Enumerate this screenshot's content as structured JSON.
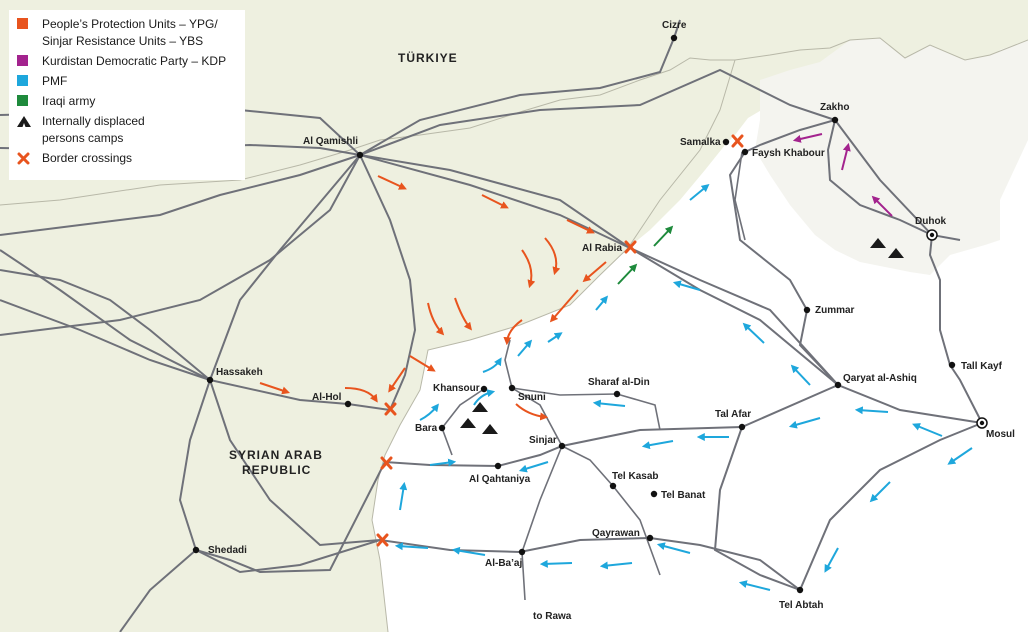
{
  "legend": {
    "ypg": [
      "People’s Protection Units – YPG/",
      "Sinjar Resistance Units – YBS"
    ],
    "kdp": "Kurdistan Democratic Party – KDP",
    "pmf": "PMF",
    "iraqi_army": "Iraqi army",
    "idp": [
      "Internally displaced",
      "persons camps"
    ],
    "crossings": "Border crossings"
  },
  "colors": {
    "ypg": "#e8541e",
    "kdp": "#a3238e",
    "pmf": "#1ea7dc",
    "iraqi_army": "#1e8a3c",
    "syria_land": "#eef0e0",
    "iraq_land": "#ffffff",
    "road": "#6f7179"
  },
  "countries": {
    "turkiye": "TÜRKIYE",
    "syria_line1": "SYRIAN ARAB",
    "syria_line2": "REPUBLIC"
  },
  "places": {
    "cizre": "Cizre",
    "zakho": "Zakho",
    "samalka": "Samalka",
    "faysh_khabour": "Faysh Khabour",
    "al_qamishli": "Al Qamishli",
    "duhok": "Duhok",
    "al_rabia": "Al Rabia",
    "zummar": "Zummar",
    "hassakeh": "Hassakeh",
    "al_hol": "Al-Hol",
    "khansour": "Khansour",
    "snuni": "Snuni",
    "sharaf_al_din": "Sharaf al-Din",
    "qaryat_al_ashiq": "Qaryat al-Ashiq",
    "tall_kayf": "Tall Kayf",
    "bara": "Bara",
    "tal_afar": "Tal Afar",
    "mosul": "Mosul",
    "sinjar": "Sinjar",
    "al_qahtaniya": "Al Qahtaniya",
    "tel_kasab": "Tel Kasab",
    "tel_banat": "Tel Banat",
    "qayrawan": "Qayrawan",
    "shedadi": "Shedadi",
    "al_baaj": "Al-Ba’aj",
    "tel_abtah": "Tel Abtah",
    "to_rawa": "to Rawa"
  }
}
